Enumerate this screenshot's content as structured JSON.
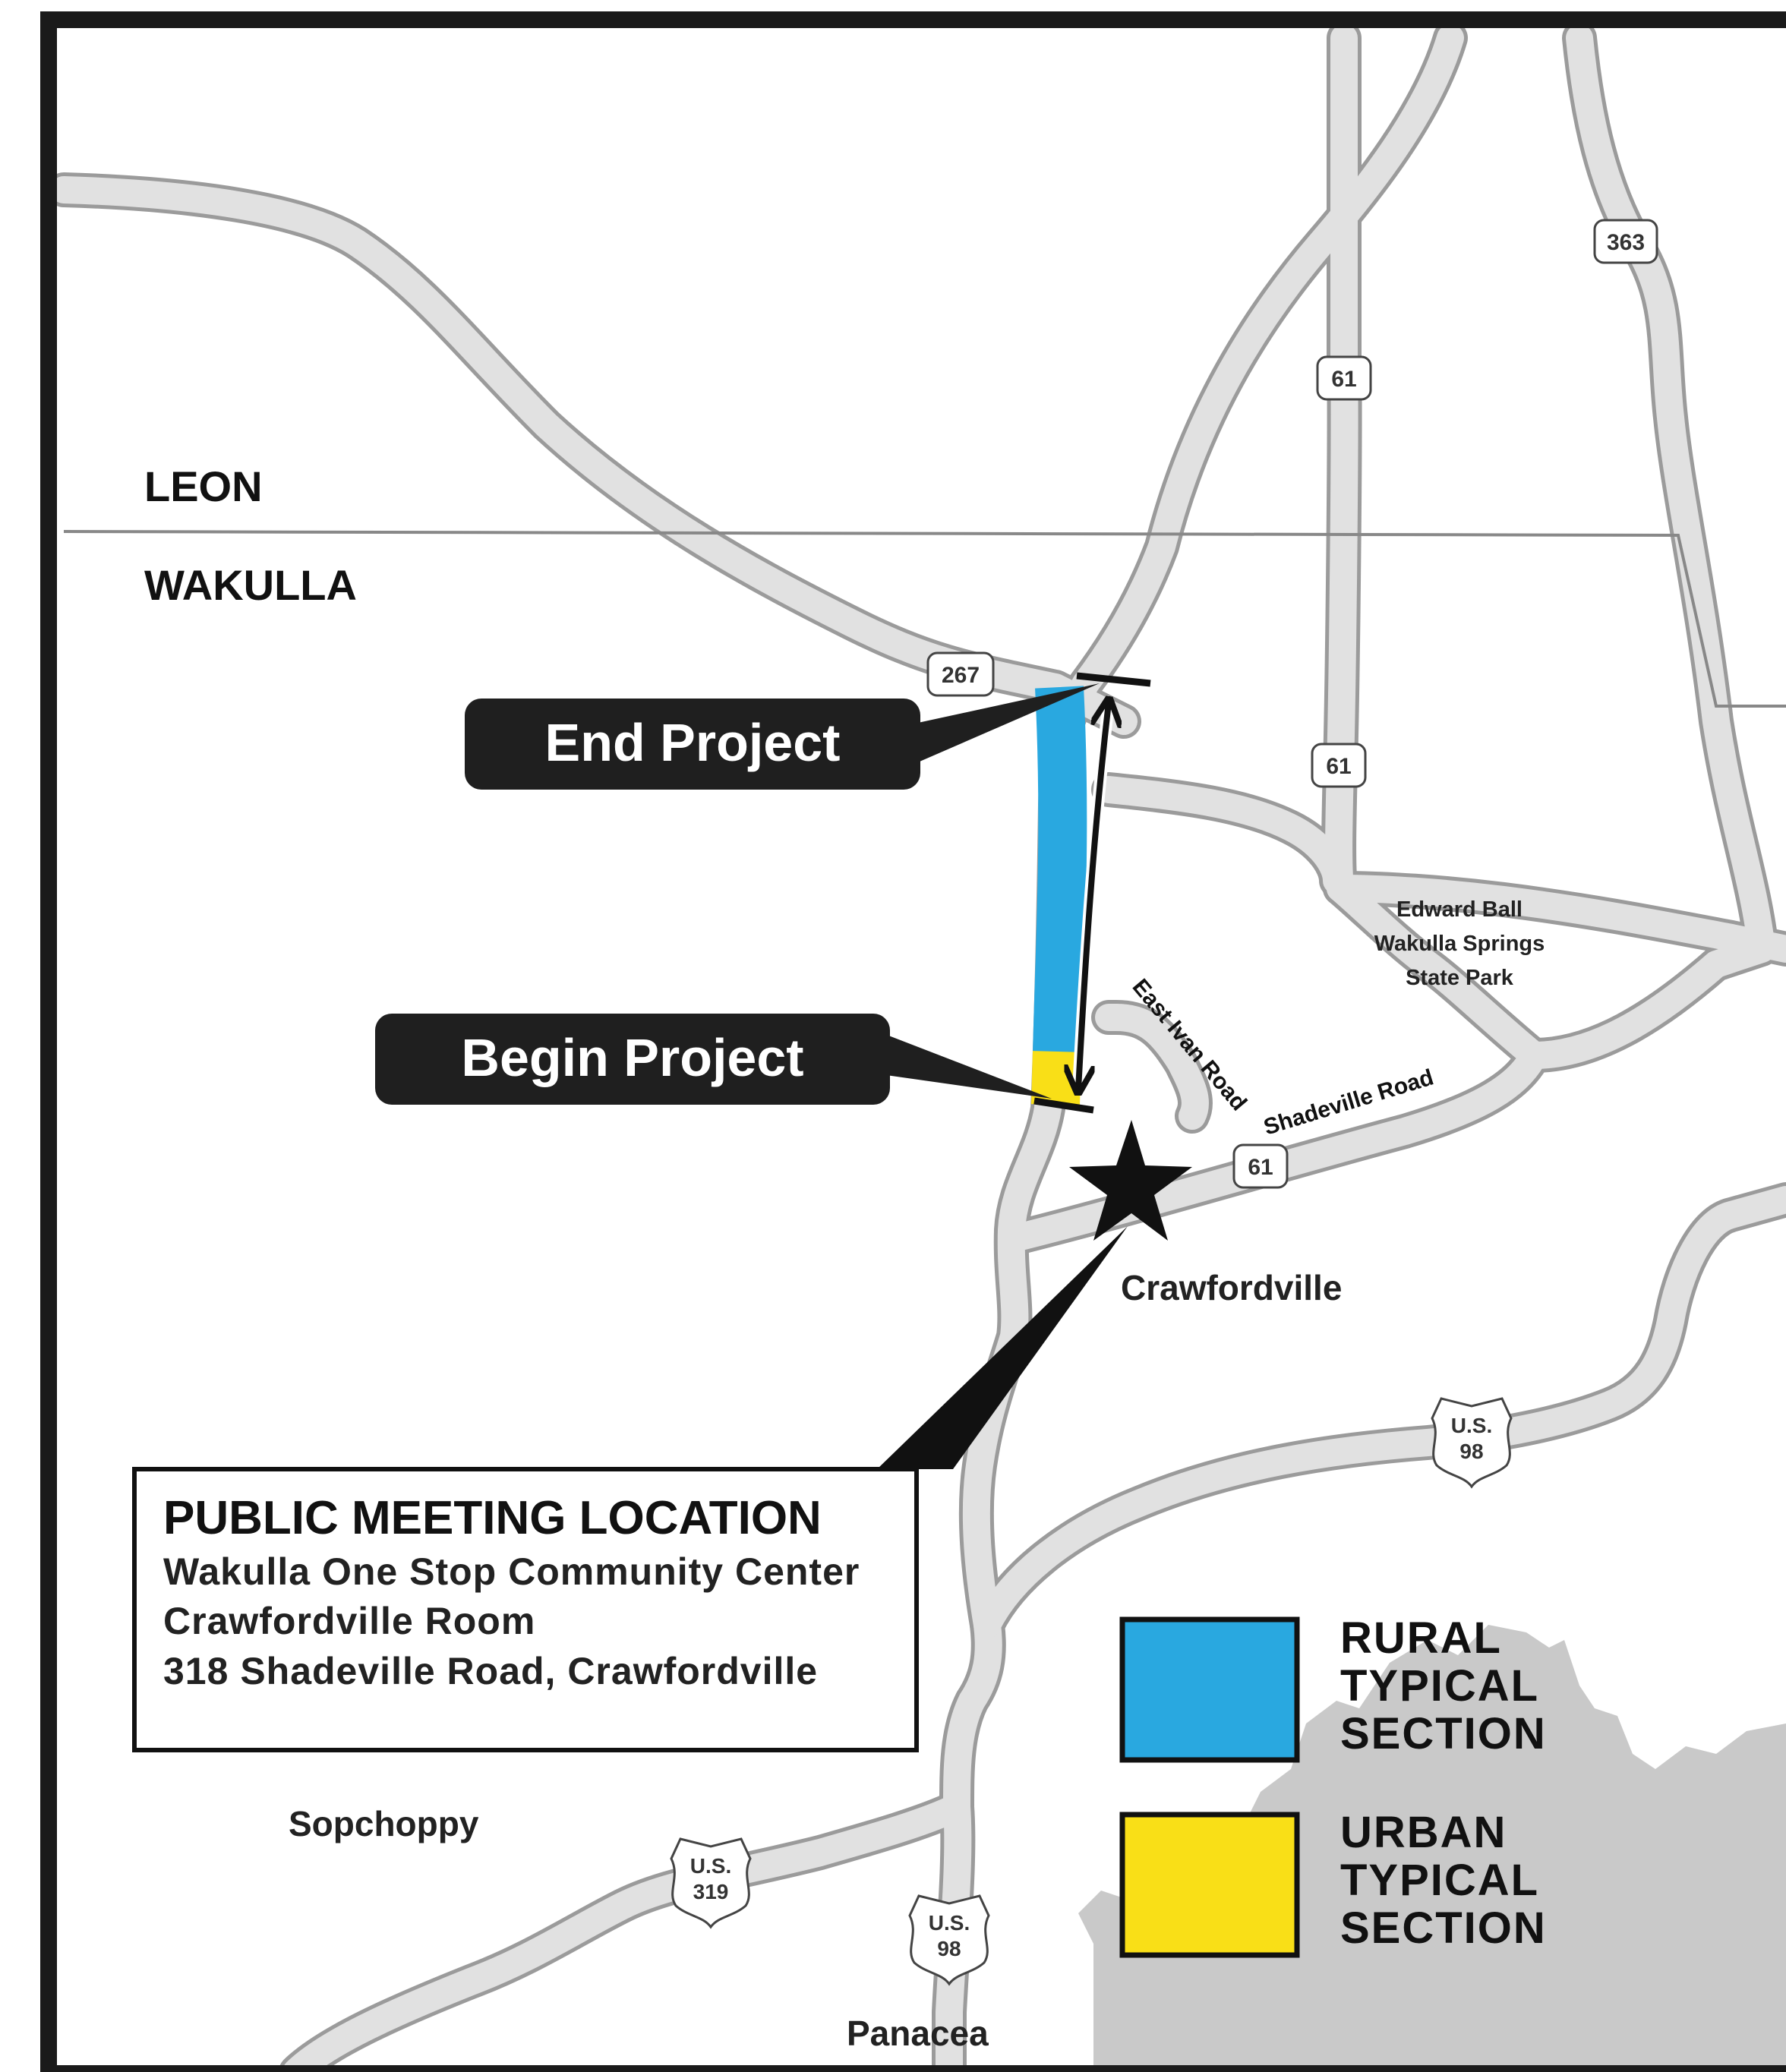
{
  "colors": {
    "rural": "#29A8E0",
    "urban": "#F9DF17",
    "road_fill": "#e1e1e1",
    "road_edge": "#9b9b9b",
    "water": "#c9c9c9",
    "callout_bg": "#1f1f1f"
  },
  "map": {
    "counties": {
      "north": "LEON",
      "south": "WAKULLA"
    },
    "callouts": {
      "end": "End Project",
      "begin": "Begin Project"
    },
    "shields": {
      "sr363": "363",
      "sr61_top": "61",
      "sr61_mid": "61",
      "sr267": "267",
      "sr61_shadeville": "61",
      "us98_east": {
        "prefix": "U.S.",
        "number": "98"
      },
      "us319": {
        "prefix": "U.S.",
        "number": "319"
      },
      "us98_south": {
        "prefix": "U.S.",
        "number": "98"
      }
    },
    "roads": {
      "east_ivan": "East Ivan Road",
      "shadeville": "Shadeville Road"
    },
    "park": [
      "Edward Ball",
      "Wakulla Springs",
      "State Park"
    ],
    "places": {
      "crawfordville": "Crawfordville",
      "sopchoppy": "Sopchoppy",
      "panacea": "Panacea"
    },
    "icons": {
      "meeting_marker": "star-icon",
      "project_extent": "double-arrow-icon"
    }
  },
  "meeting": {
    "title": "PUBLIC MEETING LOCATION",
    "lines": [
      "Wakulla One Stop Community Center",
      "Crawfordville Room",
      "318 Shadeville Road, Crawfordville"
    ]
  },
  "legend": {
    "rural": [
      "RURAL",
      "TYPICAL",
      "SECTION"
    ],
    "urban": [
      "URBAN",
      "TYPICAL",
      "SECTION"
    ]
  }
}
